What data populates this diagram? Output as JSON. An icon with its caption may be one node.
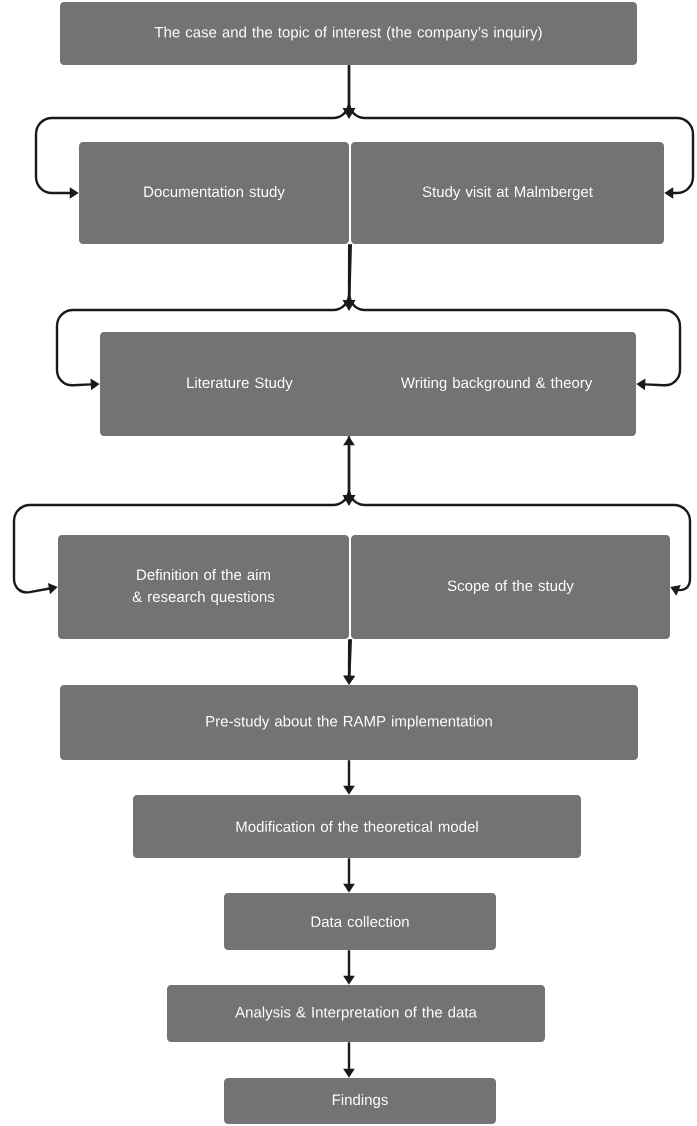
{
  "diagram": {
    "nodes": [
      {
        "text": [
          "The case and the topic of interest (the company’s inquiry)"
        ]
      },
      {
        "text": [
          "Documentation study"
        ]
      },
      {
        "text": [
          "Study visit at Malmberget"
        ]
      },
      {
        "text": [
          "Literature Study",
          "Writing background & theory"
        ]
      },
      {
        "text": [
          "Definition of the aim & research questions"
        ]
      },
      {
        "text": [
          "Scope of the study"
        ]
      },
      {
        "text": [
          "Pre-study about the RAMP implementation"
        ]
      },
      {
        "text": [
          "Modification of the theoretical model"
        ]
      },
      {
        "text": [
          "Data collection"
        ]
      },
      {
        "text": [
          "Analysis & Interpretation of the data"
        ]
      },
      {
        "text": [
          "Findings"
        ]
      }
    ],
    "edges": [
      {
        "from": 0,
        "to": 1,
        "arrow": "to"
      },
      {
        "from": 0,
        "to": 2,
        "arrow": "to"
      },
      {
        "from": 1,
        "to": 3,
        "arrow": "to"
      },
      {
        "from": 2,
        "to": 3,
        "arrow": "to"
      },
      {
        "from": 3,
        "to": 4,
        "arrow": "both"
      },
      {
        "from": 3,
        "to": 5,
        "arrow": "to"
      },
      {
        "from": 4,
        "to": 6,
        "arrow": "to"
      },
      {
        "from": 5,
        "to": 6,
        "arrow": "to"
      },
      {
        "from": 6,
        "to": 7,
        "arrow": "to"
      },
      {
        "from": 7,
        "to": 8,
        "arrow": "to"
      },
      {
        "from": 8,
        "to": 9,
        "arrow": "to"
      },
      {
        "from": 9,
        "to": 10,
        "arrow": "to"
      }
    ]
  }
}
